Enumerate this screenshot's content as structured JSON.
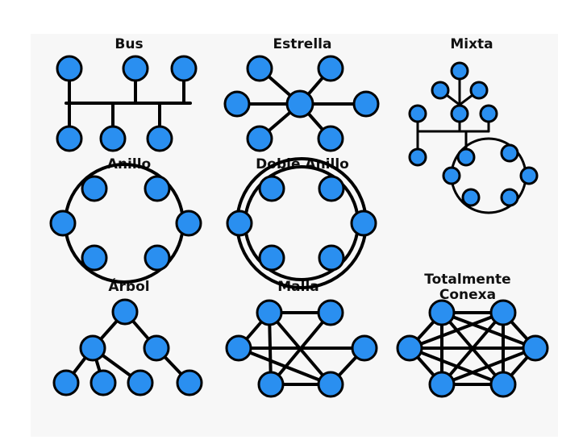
{
  "colors": {
    "node_fill": "#2a8ff0",
    "node_stroke": "#000000",
    "link": "#000000",
    "panel": "#f7f7f7"
  },
  "topologies": [
    {
      "id": "bus",
      "title": "Bus"
    },
    {
      "id": "star",
      "title": "Estrella"
    },
    {
      "id": "mixed",
      "title": "Mixta"
    },
    {
      "id": "ring",
      "title": "Anillo"
    },
    {
      "id": "double-ring",
      "title": "Doble Anillo"
    },
    {
      "id": "tree",
      "title": "Árbol"
    },
    {
      "id": "mesh",
      "title": "Malla"
    },
    {
      "id": "full",
      "title_line1": "Totalmente",
      "title_line2": "Conexa"
    }
  ]
}
